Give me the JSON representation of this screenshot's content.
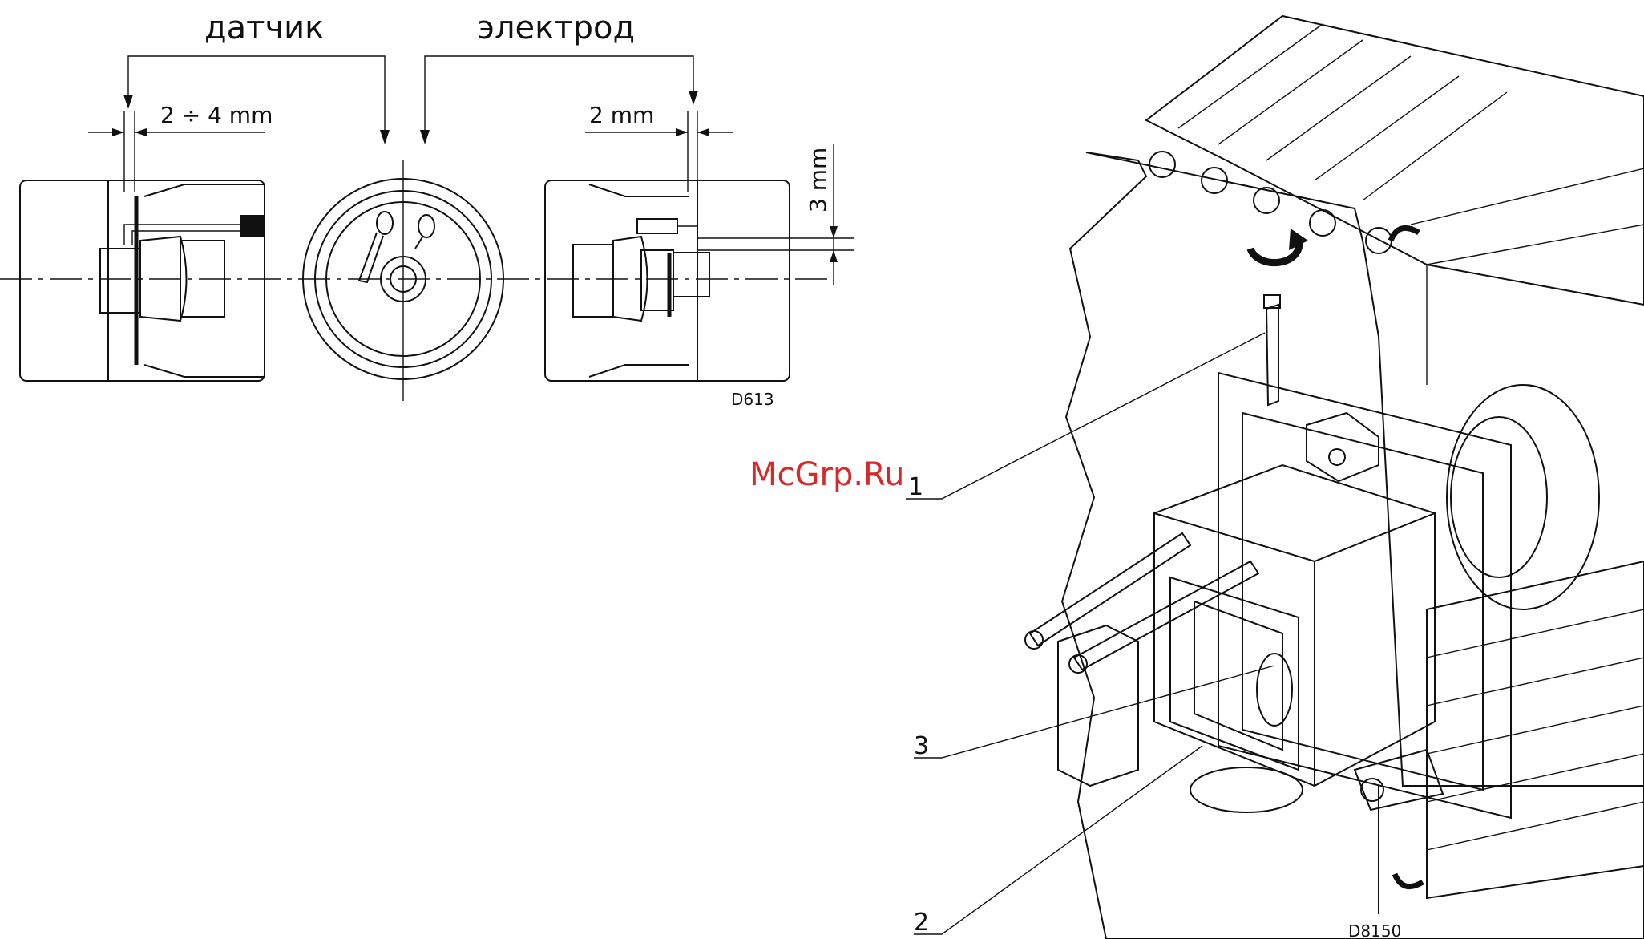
{
  "diagram": {
    "label_sensor": "датчик",
    "label_electrode": "электрод",
    "dim_sensor_gap": "2 ÷ 4 mm",
    "dim_electrode_gap": "2 mm",
    "dim_vertical": "3 mm",
    "code_left": "D613",
    "code_right": "D8150",
    "callouts": [
      "1",
      "2",
      "3"
    ],
    "watermark": "McGrp.Ru"
  },
  "colors": {
    "line": "#111111",
    "watermark": "#d42a2a",
    "background": "#ffffff"
  }
}
